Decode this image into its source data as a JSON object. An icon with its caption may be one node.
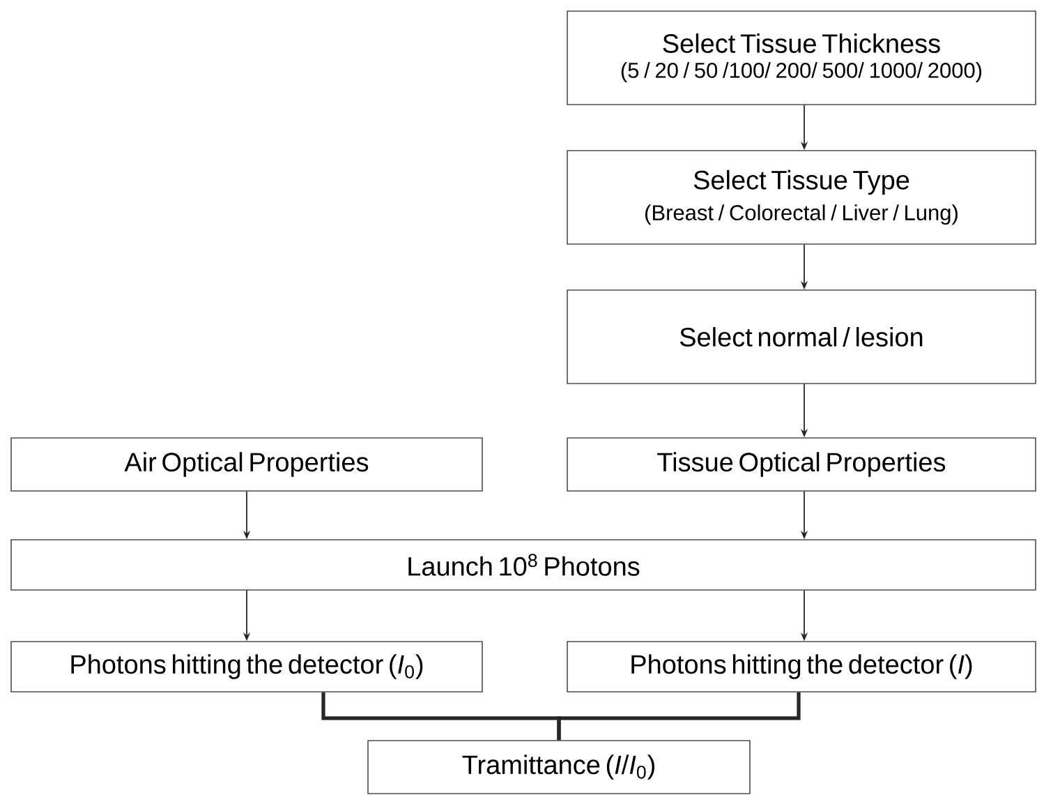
{
  "diagram": {
    "nodes": [
      {
        "text": [
          "Select Tissue Thickness",
          "(5 / 20 / 50 /100/ 200/ 500/ 1000/ 2000)"
        ]
      },
      {
        "text": [
          "Select Tissue Type",
          "(Breast / Colorectal / Liver / Lung)"
        ]
      },
      {
        "text": [
          "Select normal / lesion"
        ]
      },
      {
        "text": [
          "Air Optical Properties"
        ]
      },
      {
        "text": [
          "Tissue Optical Properties"
        ]
      },
      {
        "text": [
          "Launch 10$^{8}$ Photons"
        ]
      },
      {
        "text": [
          "Photons hitting the detector (*I*$_{0}$)"
        ]
      },
      {
        "text": [
          "Photons hitting the detector (*I*)"
        ]
      },
      {
        "text": [
          "Tramittance (*I*/*I*$_{0}$)"
        ]
      }
    ],
    "edges": [
      {
        "from": 0,
        "to": 1,
        "arrow": "to"
      },
      {
        "from": 1,
        "to": 2,
        "arrow": "to"
      },
      {
        "from": 2,
        "to": 4,
        "arrow": "to"
      },
      {
        "from": 3,
        "to": 5,
        "arrow": "to"
      },
      {
        "from": 4,
        "to": 5,
        "arrow": "to"
      },
      {
        "from": 5,
        "to": 6,
        "arrow": "to"
      },
      {
        "from": 5,
        "to": 7,
        "arrow": "to"
      },
      {
        "from": 6,
        "to": 8,
        "arrow": "none",
        "style": "thick"
      },
      {
        "from": 7,
        "to": 8,
        "arrow": "none",
        "style": "thick"
      }
    ]
  }
}
